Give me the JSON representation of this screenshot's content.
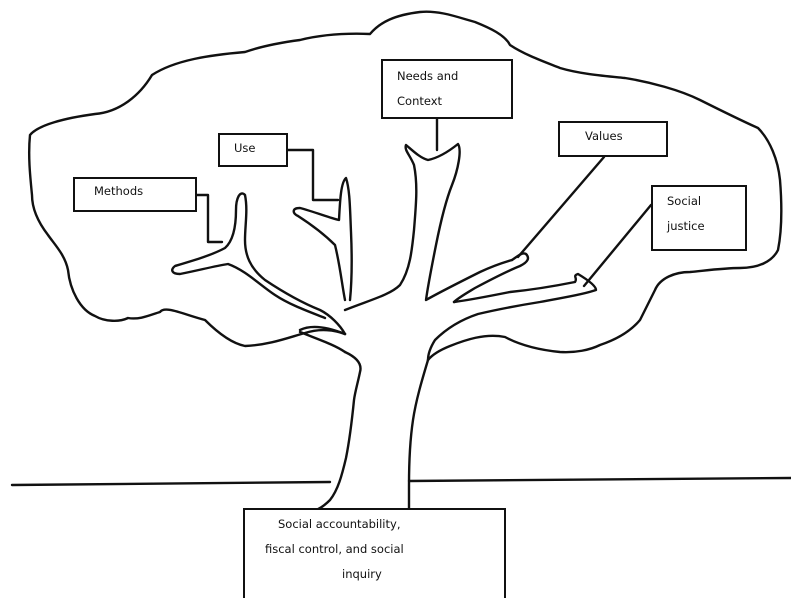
{
  "diagram": {
    "labels": {
      "needs_context": [
        "Needs and",
        "Context"
      ],
      "use": "Use",
      "methods": "Methods",
      "values": "Values",
      "social_justice": [
        "Social",
        "justice"
      ],
      "roots": [
        "Social accountability,",
        "fiscal control, and social",
        "inquiry"
      ]
    },
    "colors": {
      "stroke": "#111111",
      "background": "#ffffff"
    }
  }
}
